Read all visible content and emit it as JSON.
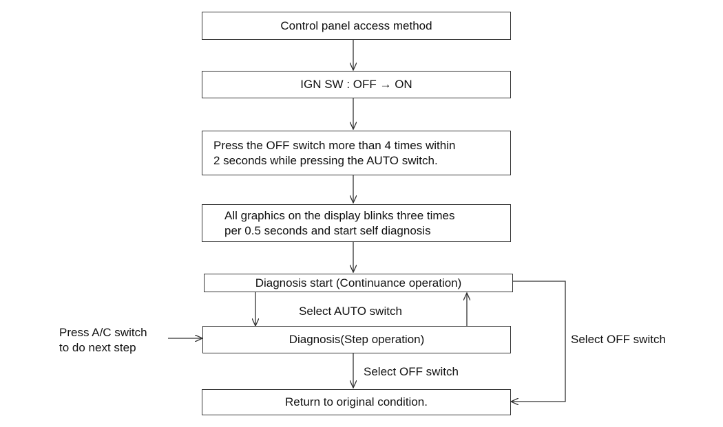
{
  "diagram": {
    "nodes": {
      "access": "Control panel access method",
      "ign": "IGN SW : OFF → ON",
      "press_line1": "Press the OFF switch more than 4 times within",
      "press_line2": "2 seconds while pressing the AUTO switch.",
      "graphics_line1": "All graphics on the display blinks three times",
      "graphics_line2": "per 0.5 seconds and start self diagnosis",
      "diag_start": "Diagnosis start (Continuance operation)",
      "diag_step": "Diagnosis(Step operation)",
      "return": "Return to original condition."
    },
    "labels": {
      "select_auto": "Select AUTO switch",
      "press_ac_line1": "Press A/C switch",
      "press_ac_line2": "to do next step",
      "select_off_center": "Select OFF switch",
      "select_off_right": "Select OFF switch"
    },
    "colors": {
      "stroke": "#333333",
      "text": "#111111",
      "background": "#ffffff"
    }
  }
}
